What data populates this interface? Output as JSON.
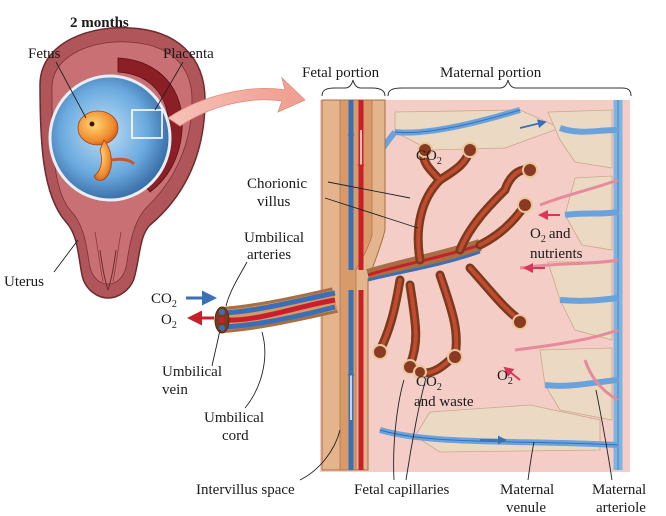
{
  "stage_label": "2 months",
  "labels": {
    "fetus": "Fetus",
    "placenta": "Placenta",
    "uterus": "Uterus",
    "fetal_portion": "Fetal portion",
    "maternal_portion": "Maternal portion",
    "chorionic_villus_1": "Chorionic",
    "chorionic_villus_2": "villus",
    "umbilical_arteries_1": "Umbilical",
    "umbilical_arteries_2": "arteries",
    "umbilical_vein_1": "Umbilical",
    "umbilical_vein_2": "vein",
    "umbilical_cord_1": "Umbilical",
    "umbilical_cord_2": "cord",
    "intervillus_space": "Intervillus space",
    "fetal_capillaries": "Fetal capillaries",
    "maternal_venule_1": "Maternal",
    "maternal_venule_2": "venule",
    "maternal_arteriole_1": "Maternal",
    "maternal_arteriole_2": "arteriole"
  },
  "chem": {
    "co2_top": "CO",
    "co2_top_sub": "2",
    "co2_left": "CO",
    "co2_left_sub": "2",
    "o2_left": "O",
    "o2_left_sub": "2",
    "o2_nutrients_o": "O",
    "o2_nutrients_sub": "2",
    "o2_nutrients_and": "and",
    "o2_nutrients_2": "nutrients",
    "co2_waste": "CO",
    "co2_waste_sub": "2",
    "co2_waste_2": "and waste",
    "o2_lower": "O",
    "o2_lower_sub": "2"
  },
  "colors": {
    "artery_red": "#c8202a",
    "vein_blue": "#3a6fb5",
    "placenta_pink": "#f1c4bf",
    "fetal_tissue": "#dea57f",
    "uterus_wall": "#a14a4e",
    "amniotic": "#5c9fd8"
  }
}
